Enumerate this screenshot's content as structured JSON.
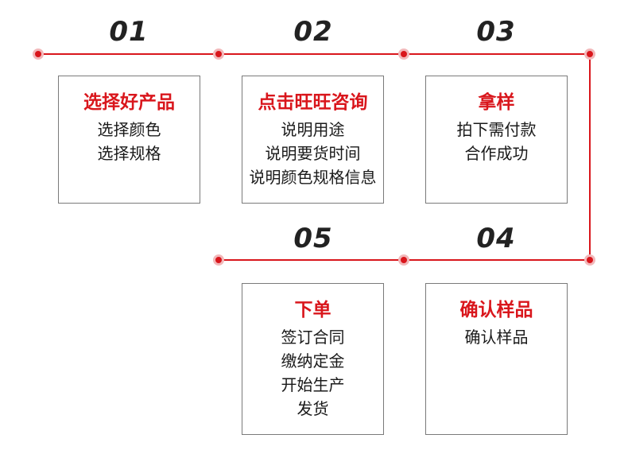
{
  "colors": {
    "accent": "#d9161c",
    "connector": "#d9161c",
    "box_border": "#7a7a7a",
    "number": "#222222",
    "text": "#1a1a1a"
  },
  "steps": [
    {
      "number": "01",
      "title": "选择好产品",
      "lines": [
        "选择颜色",
        "选择规格"
      ]
    },
    {
      "number": "02",
      "title": "点击旺旺咨询",
      "lines": [
        "说明用途",
        "说明要货时间",
        "说明颜色规格信息"
      ]
    },
    {
      "number": "03",
      "title": "拿样",
      "lines": [
        "拍下需付款",
        "合作成功"
      ]
    },
    {
      "number": "04",
      "title": "确认样品",
      "lines": [
        "确认样品"
      ]
    },
    {
      "number": "05",
      "title": "下单",
      "lines": [
        "签订合同",
        "缴纳定金",
        "开始生产",
        "发货"
      ]
    }
  ]
}
